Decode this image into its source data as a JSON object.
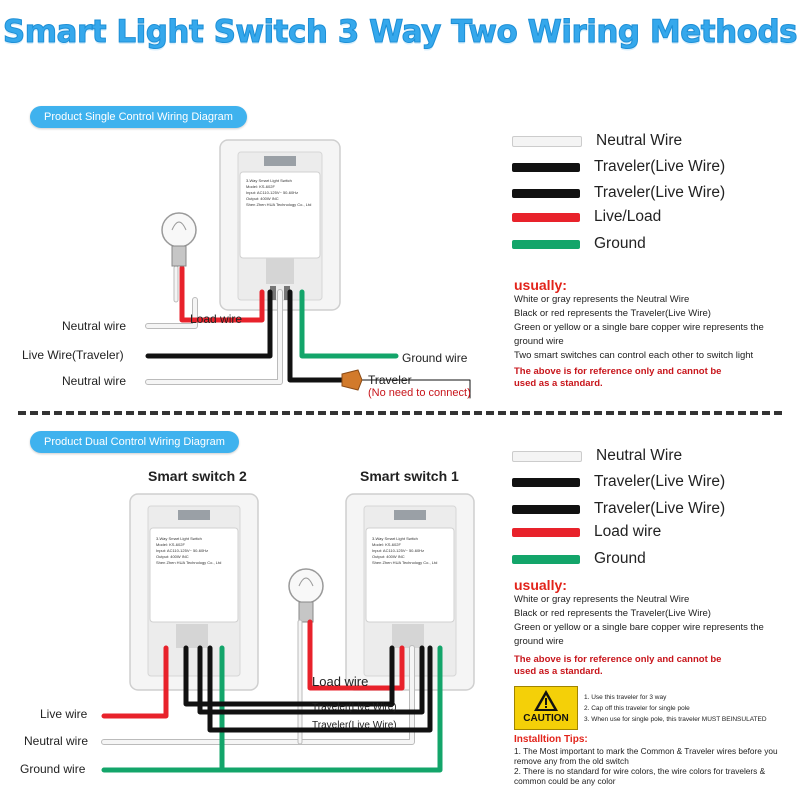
{
  "title": "Smart Light Switch 3 Way Two Wiring Methods",
  "single": {
    "pill": "Product Single Control Wiring Diagram",
    "labels": {
      "neutral1": "Neutral wire",
      "live": "Live Wire(Traveler)",
      "neutral2": "Neutral wire",
      "load": "Load wire",
      "ground": "Ground wire",
      "traveler": "Traveler",
      "traveler_note": "(No need to connect)"
    },
    "legend": [
      {
        "label": "Neutral Wire",
        "color": "#f2f2f2"
      },
      {
        "label": "Traveler(Live Wire)",
        "color": "#111111"
      },
      {
        "label": "Traveler(Live Wire)",
        "color": "#111111"
      },
      {
        "label": "Live/Load",
        "color": "#e8222b"
      },
      {
        "label": "Ground",
        "color": "#13a56a"
      }
    ],
    "usually_title": "usually:",
    "notes": [
      "White or gray represents the Neutral Wire",
      "Black or red represents the Traveler(Live Wire)",
      "Green or yellow or a single bare copper wire represents the",
      "ground wire",
      "Two smart switches can control each other to switch light"
    ],
    "reference": [
      "The above is for reference only and cannot be",
      "used as a standard."
    ]
  },
  "dual": {
    "pill": "Product Dual Control Wiring Diagram",
    "switch2": "Smart switch 2",
    "switch1": "Smart switch 1",
    "labels": {
      "load": "Load wire",
      "traveler1": "Traveler(Live Wire)",
      "traveler2": "Traveler(Live Wire)",
      "live": "Live wire",
      "neutral": "Neutral wire",
      "ground": "Ground wire"
    },
    "legend": [
      {
        "label": "Neutral Wire",
        "color": "#f2f2f2"
      },
      {
        "label": "Traveler(Live Wire)",
        "color": "#111111"
      },
      {
        "label": "Traveler(Live Wire)",
        "color": "#111111"
      },
      {
        "label": "Load wire",
        "color": "#e8222b"
      },
      {
        "label": "Ground",
        "color": "#13a56a"
      }
    ],
    "usually_title": "usually:",
    "notes": [
      "White or gray represents the Neutral Wire",
      "Black or red represents the Traveler(Live Wire)",
      "Green or yellow or a single bare copper wire represents the",
      "ground wire"
    ],
    "reference": [
      "The above is for reference only and cannot be",
      "used as a standard."
    ],
    "caution_label": "CAUTION",
    "caution_items": [
      "1. Use this traveler for 3 way",
      "2. Cap off this traveler for single pole",
      "3. When use for single pole, this traveler MUST BEINSULATED"
    ],
    "tips_title": "Installtion Tips:",
    "tips": [
      "1. The Most important to mark the Common & Traveler wires before you",
      "remove any from the old switch",
      "2. There is no standard for wire colors, the wire colors for travelers &",
      "common could be any color"
    ]
  },
  "switch_label": {
    "l1": "3-Way Smart Light Switch",
    "l2": "Model: KS-602F",
    "l3": "Input: AC110-125V~ 50-60Hz",
    "l4": "Output: 400W INC",
    "l5": "Shen Zhen HUA Technology Co., Ltd"
  },
  "colors": {
    "accent": "#3fb2ee",
    "title": "#35a8ec",
    "red": "#e2231a",
    "caution": "#f4d008"
  }
}
